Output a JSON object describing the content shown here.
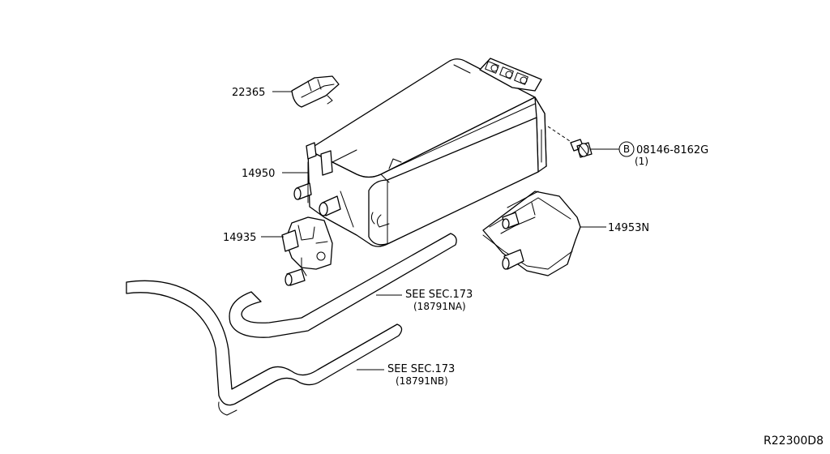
{
  "callouts": {
    "c22365": "22365",
    "c14950": "14950",
    "c14935": "14935",
    "c14953n": "14953N",
    "bolt_symbol": "B",
    "bolt_part": "08146-8162G",
    "bolt_qty": "(1)",
    "hose1_ref": "SEE SEC.173",
    "hose1_code": "(18791NA)",
    "hose2_ref": "SEE SEC.173",
    "hose2_code": "(18791NB)"
  },
  "diagram_ref": "R22300D8"
}
